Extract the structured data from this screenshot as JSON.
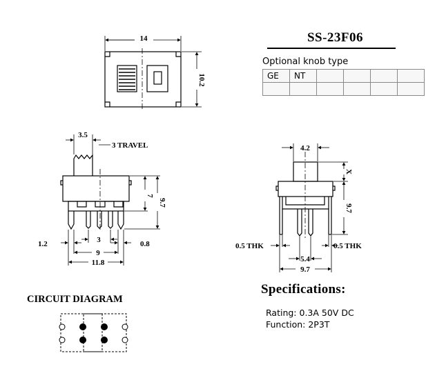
{
  "part_number": "SS-23F06",
  "knob": {
    "label": "Optional knob type",
    "header": [
      "GE",
      "NT",
      "",
      "",
      "",
      ""
    ],
    "row2": [
      "",
      "",
      "",
      "",
      "",
      ""
    ]
  },
  "top_view": {
    "width_dim": "14",
    "height_dim": "10.2"
  },
  "side_view": {
    "dim_stem": "3.5",
    "travel": "3 TRAVEL",
    "dim_7": "7",
    "dim_9_7": "9.7",
    "dim_1_2": "1.2",
    "dim_3": "3",
    "dim_0_8": "0.8",
    "dim_9": "9",
    "dim_11_8": "11.8"
  },
  "end_view": {
    "dim_4_2": "4.2",
    "dim_x": "X",
    "dim_9_7": "9.7",
    "thk_left": "0.5 THK",
    "thk_right": "0.5 THK",
    "dim_5_4": "5.4",
    "dim_9_7_bottom": "9.7"
  },
  "specifications": {
    "title": "Specifications:",
    "rating": "Rating: 0.3A 50V DC",
    "function": "Function: 2P3T"
  },
  "circuit": {
    "title": "CIRCUIT DIAGRAM"
  }
}
